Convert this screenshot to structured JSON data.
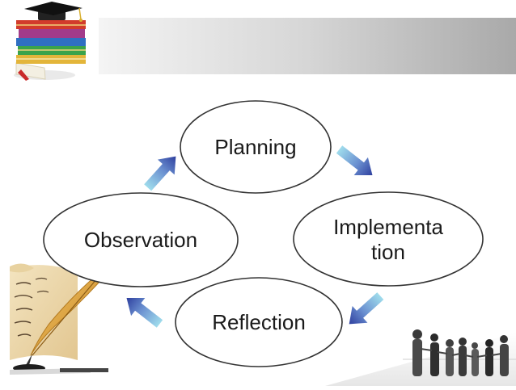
{
  "diagram": {
    "nodes": {
      "planning": "Planning",
      "implementation": "Implementa\ntion",
      "reflection": "Reflection",
      "observation": "Observation"
    }
  },
  "colors": {
    "banner_light": "#f4f4f4",
    "banner_dark": "#a9a9a9",
    "arrow_light": "#9fdcec",
    "arrow_dark": "#2e3f9e",
    "node_stroke": "#333333",
    "node_fill": "#ffffff"
  },
  "decorations": {
    "top_left": "books-graduation-cap-icon",
    "bottom_left": "quill-parchment-icon",
    "bottom_right": "business-people-photo"
  }
}
